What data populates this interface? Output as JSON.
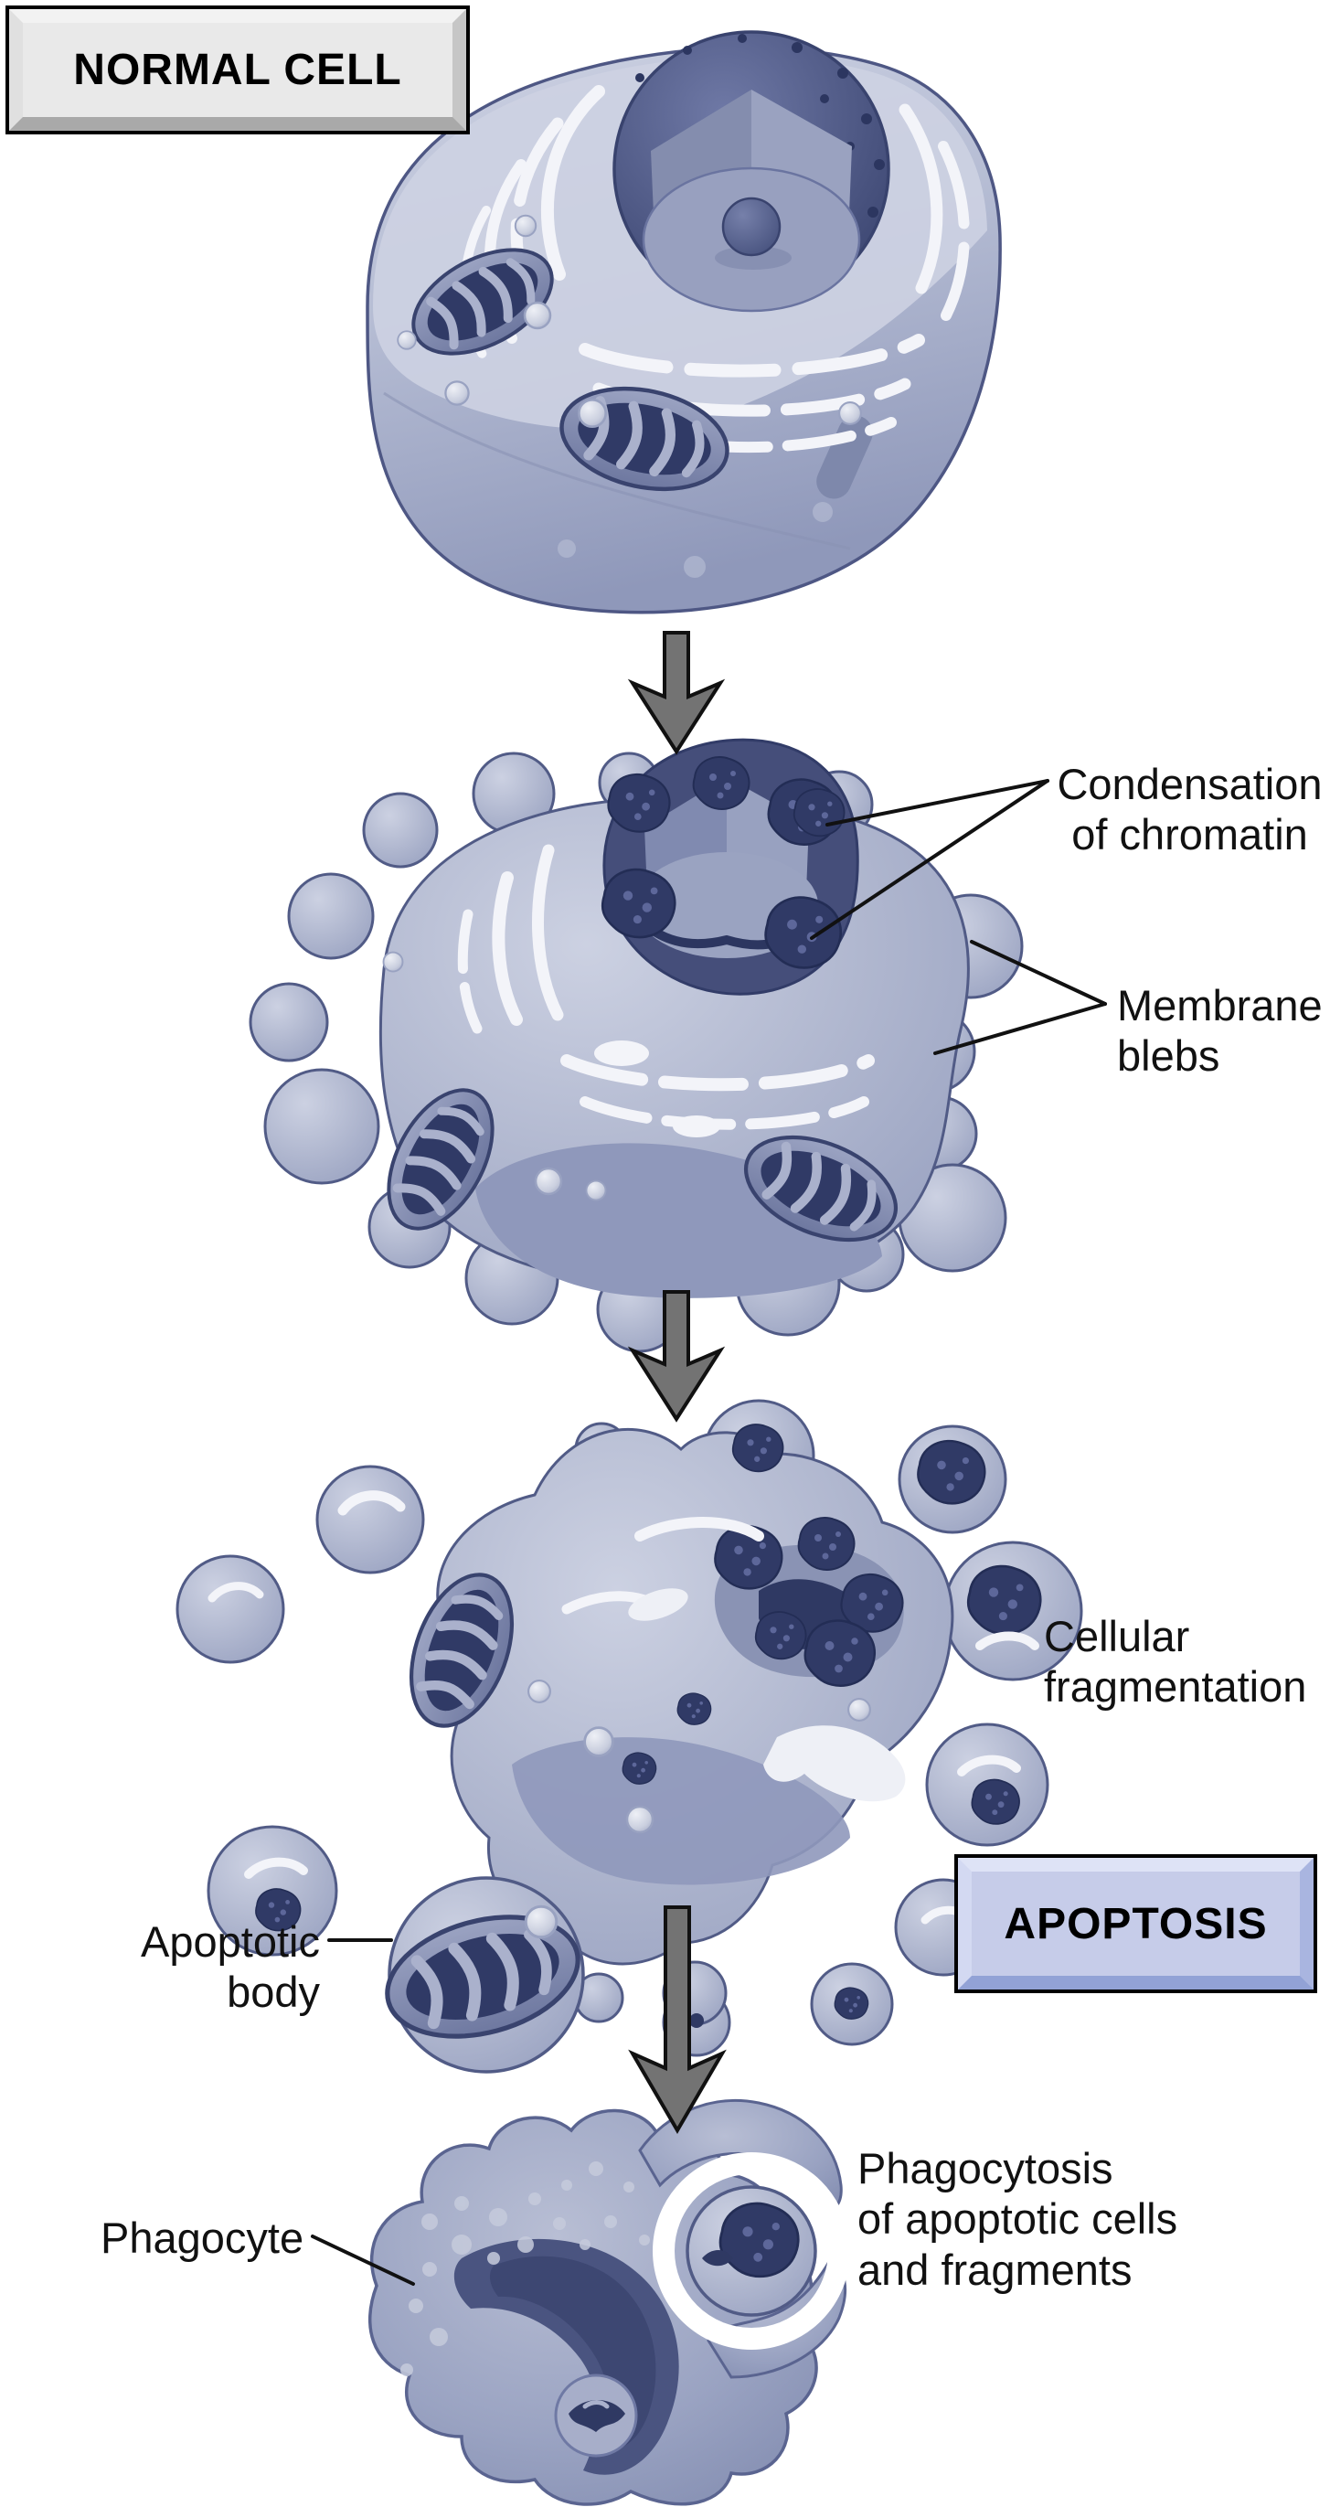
{
  "boxes": {
    "normal_cell": "NORMAL CELL",
    "apoptosis": "APOPTOSIS"
  },
  "annotations": {
    "condensation_of_chromatin": "Condensation\nof chromatin",
    "membrane_blebs": "Membrane\nblebs",
    "cellular_fragmentation": "Cellular\nfragmentation",
    "apoptotic_body": "Apoptotic\nbody",
    "phagocyte": "Phagocyte",
    "phagocytosis": "Phagocytosis\nof apoptotic cells\nand fragments"
  },
  "illustrations": [
    {
      "name": "normal-cell-illustration"
    },
    {
      "name": "blebbing-cell-illustration"
    },
    {
      "name": "fragmenting-cell-illustration"
    },
    {
      "name": "phagocyte-illustration"
    }
  ],
  "colors": {
    "background": "#ffffff",
    "label_text": "#111111",
    "cell_fill": "#c5cbdd",
    "cell_shade": "#97a0c0",
    "cell_outline": "#4e5784",
    "nucleus_dark": "#3d4770",
    "er_white": "#f3f4f9",
    "arrow_gray": "#737373",
    "normal_box_fill": "#e9e9e9",
    "apoptosis_box_fill": "#c6cce9"
  }
}
